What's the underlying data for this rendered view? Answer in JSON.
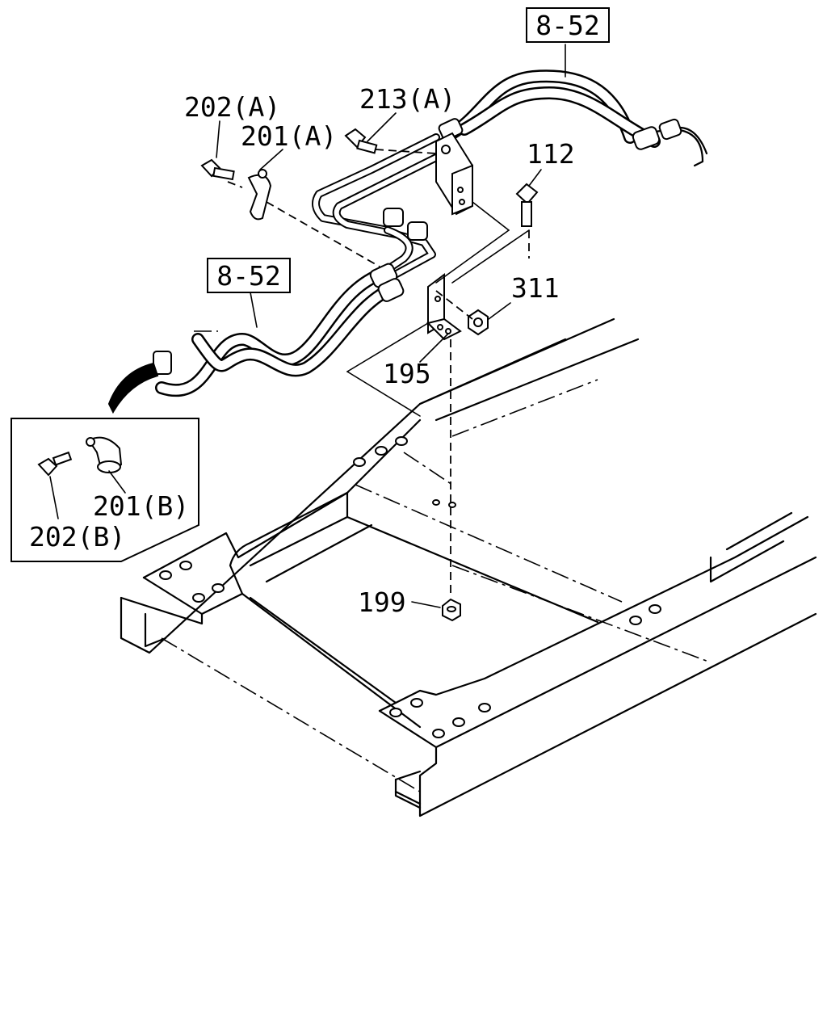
{
  "labels": {
    "ref_top": "8-52",
    "ref_left": "8-52",
    "part_213a": "213(A)",
    "part_202a": "202(A)",
    "part_201a": "201(A)",
    "part_112": "112",
    "part_311": "311",
    "part_195": "195",
    "part_199": "199",
    "part_201b": "201(B)",
    "part_202b": "202(B)"
  }
}
